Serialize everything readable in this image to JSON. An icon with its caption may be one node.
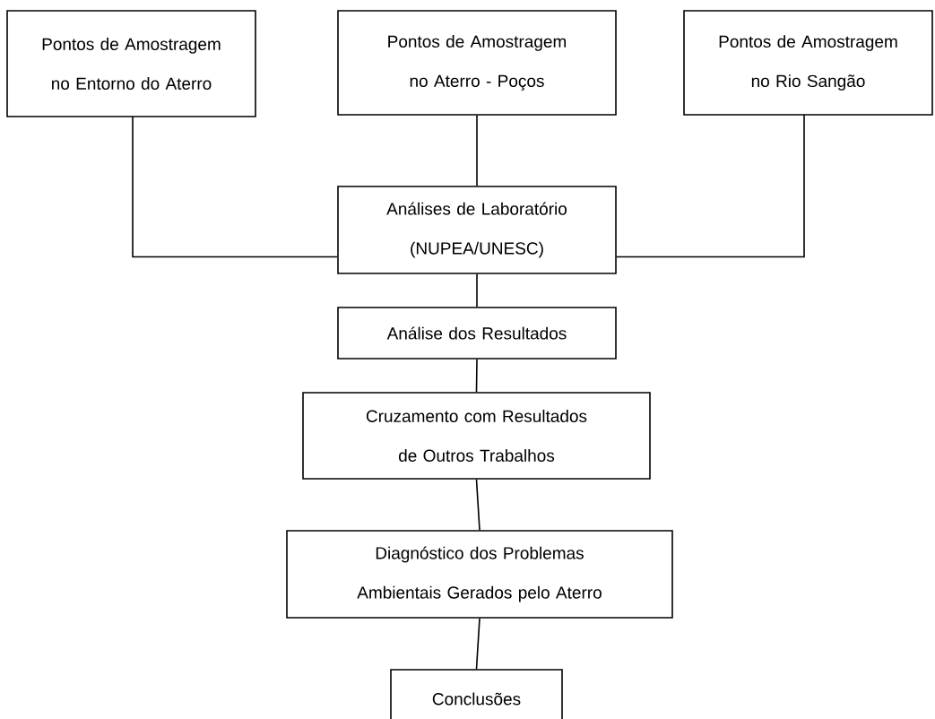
{
  "diagram": {
    "nodes": [
      {
        "text": [
          "Pontos de Amostragem no Entorno do Aterro"
        ]
      },
      {
        "text": [
          "Pontos de Amostragem no Aterro - Poços"
        ]
      },
      {
        "text": [
          "Pontos de Amostragem no Rio Sangão"
        ]
      },
      {
        "text": [
          "Análises de Laboratório (NUPEA/UNESC)"
        ]
      },
      {
        "text": [
          "Análise dos Resultados"
        ]
      },
      {
        "text": [
          "Cruzamento com Resultados de Outros Trabalhos"
        ]
      },
      {
        "text": [
          "Diagnóstico dos Problemas Ambientais Gerados pelo Aterro"
        ]
      },
      {
        "text": [
          "Conclusões"
        ]
      }
    ],
    "edges": [
      {
        "from": 0,
        "to": 3,
        "arrow": "none"
      },
      {
        "from": 1,
        "to": 3,
        "arrow": "none"
      },
      {
        "from": 2,
        "to": 3,
        "arrow": "none"
      },
      {
        "from": 3,
        "to": 4,
        "arrow": "none"
      },
      {
        "from": 4,
        "to": 5,
        "arrow": "none"
      },
      {
        "from": 5,
        "to": 6,
        "arrow": "none"
      },
      {
        "from": 6,
        "to": 7,
        "arrow": "none"
      }
    ]
  }
}
